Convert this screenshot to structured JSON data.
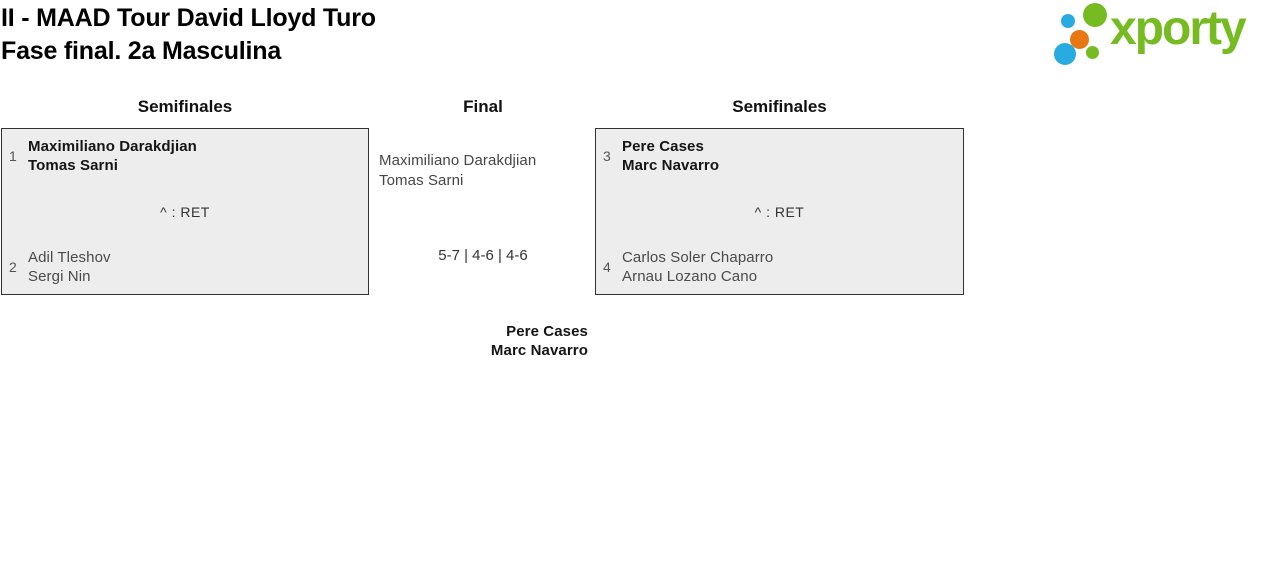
{
  "header": {
    "title_line1": "II - MAAD Tour David Lloyd Turo",
    "title_line2": "Fase final. 2a Masculina"
  },
  "logo": {
    "text": "xporty",
    "colors": {
      "green": "#76BB21",
      "blue": "#29ABE2",
      "orange": "#E87711"
    }
  },
  "bracket": {
    "round_headers": {
      "left": "Semifinales",
      "center": "Final",
      "right": "Semifinales"
    },
    "semifinal_left": {
      "team1": {
        "seed": "1",
        "players": [
          "Maximiliano Darakdjian",
          "Tomas Sarni"
        ]
      },
      "team2": {
        "seed": "2",
        "players": [
          "Adil Tleshov",
          "Sergi Nin"
        ]
      },
      "note": "^ : RET"
    },
    "semifinal_right": {
      "team1": {
        "seed": "3",
        "players": [
          "Pere Cases",
          "Marc Navarro"
        ]
      },
      "team2": {
        "seed": "4",
        "players": [
          "Carlos Soler Chaparro",
          "Arnau Lozano Cano"
        ]
      },
      "note": "^ : RET"
    },
    "final": {
      "finalists": [
        "Maximiliano Darakdjian",
        "Tomas Sarni"
      ],
      "score": "5-7 | 4-6 | 4-6",
      "winners": [
        "Pere Cases",
        "Marc Navarro"
      ]
    }
  },
  "theme": {
    "box_bg": "#EDEDED",
    "box_border": "#333333"
  }
}
